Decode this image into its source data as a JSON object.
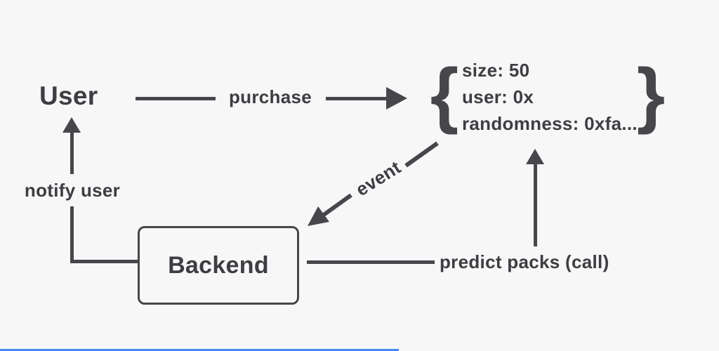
{
  "canvas": {
    "background": "#f7f7f8",
    "ink_color": "#46464b",
    "accent_color": "#4688f1"
  },
  "nodes": {
    "user": {
      "label": "User"
    },
    "backend": {
      "label": "Backend"
    },
    "payload": {
      "open_brace": "{",
      "close_brace": "}",
      "lines": [
        "size: 50",
        "user: 0x",
        "randomness: 0xfa..."
      ]
    }
  },
  "edges": {
    "purchase": {
      "label": "purchase",
      "from": "user",
      "to": "payload"
    },
    "event": {
      "label": "event",
      "from": "payload",
      "to": "backend"
    },
    "predict_packs": {
      "label": "predict packs (call)",
      "from": "backend",
      "to": "payload"
    },
    "notify_user": {
      "label": "notify user",
      "from": "backend",
      "to": "user"
    }
  }
}
